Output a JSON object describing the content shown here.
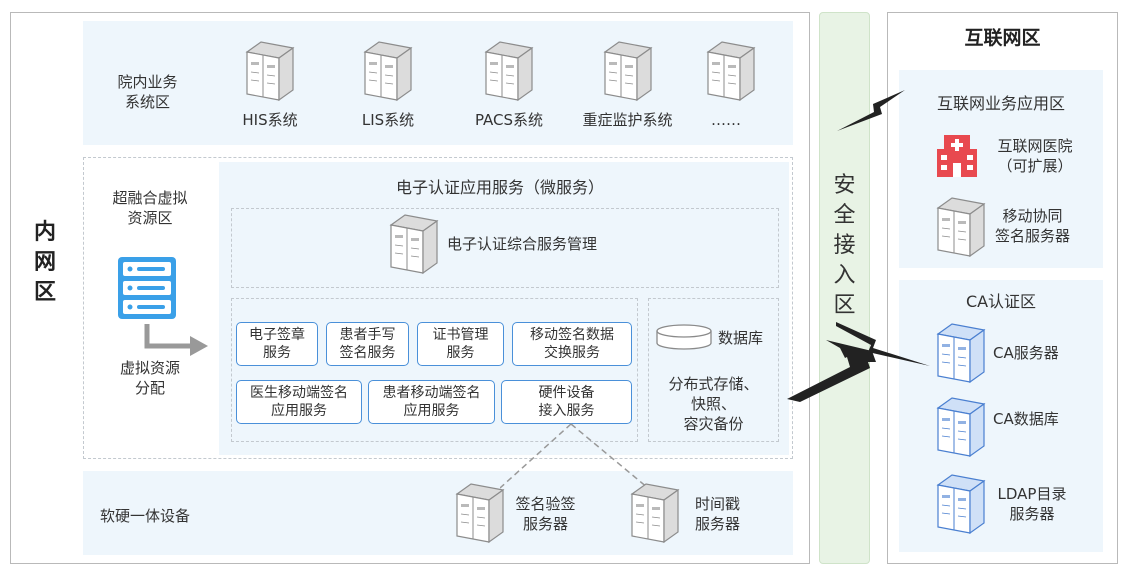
{
  "intranet": {
    "title_lines": [
      "内",
      "网",
      "区"
    ],
    "business_zone": {
      "label_lines": [
        "院内业务",
        "系统区"
      ],
      "systems": [
        "HIS系统",
        "LIS系统",
        "PACS系统",
        "重症监护系统",
        "……"
      ]
    },
    "hyper_zone": {
      "label_lines": [
        "超融合虚拟",
        "资源区"
      ],
      "alloc_lines": [
        "虚拟资源",
        "分配"
      ],
      "service_title": "电子认证应用服务（微服务）",
      "mgmt_label": "电子认证综合服务管理",
      "services": [
        [
          "电子签章",
          "服务"
        ],
        [
          "患者手写",
          "签名服务"
        ],
        [
          "证书管理",
          "服务"
        ],
        [
          "移动签名数据",
          "交换服务"
        ],
        [
          "医生移动端签名",
          "应用服务"
        ],
        [
          "患者移动端签名",
          "应用服务"
        ],
        [
          "硬件设备",
          "接入服务"
        ]
      ],
      "database_label": "数据库",
      "storage_lines": [
        "分布式存储、",
        "快照、",
        "容灾备份"
      ]
    },
    "hardware_zone": {
      "label": "软硬一体设备",
      "devices": [
        [
          "签名验签",
          "服务器"
        ],
        [
          "时间戳",
          "服务器"
        ]
      ]
    }
  },
  "security_zone": {
    "label_lines": [
      "安",
      "全",
      "接",
      "入",
      "区"
    ]
  },
  "internet": {
    "title": "互联网区",
    "app_zone": {
      "title": "互联网业务应用区",
      "hospital_lines": [
        "互联网医院",
        "（可扩展）"
      ],
      "mobile_lines": [
        "移动协同",
        "签名服务器"
      ]
    },
    "ca_zone": {
      "title": "CA认证区",
      "servers": [
        [
          "CA服务器"
        ],
        [
          "CA数据库"
        ],
        [
          "LDAP目录",
          "服务器"
        ]
      ]
    }
  },
  "colors": {
    "accent_blue": "#4a90d9",
    "pale_blue": "#eef6fc",
    "green_band": "#e8f3e5",
    "hospital_red": "#e8494f"
  }
}
